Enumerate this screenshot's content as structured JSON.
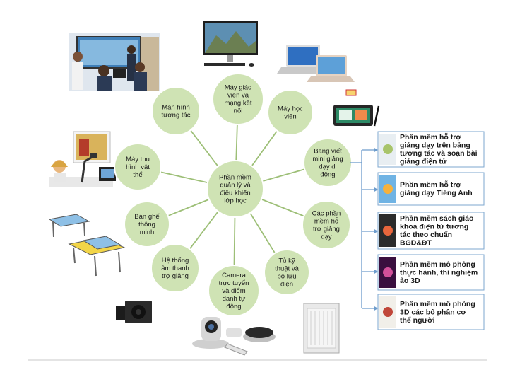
{
  "colors": {
    "node_fill": "#cfe3b4",
    "node_stroke": "#ffffff",
    "spoke": "#9dbf77",
    "box_stroke": "#7ea7cf",
    "bracket": "#6d9ccc"
  },
  "center": {
    "label_lines": [
      "Phần mềm",
      "quản lý và",
      "điều khiển",
      "lớp học"
    ]
  },
  "nodes": [
    {
      "label_lines": [
        "Máy giáo",
        "viên và",
        "mạng kết",
        "nối"
      ]
    },
    {
      "label_lines": [
        "Máy học",
        "viên"
      ]
    },
    {
      "label_lines": [
        "Bảng viết",
        "mini giảng",
        "dạy di",
        "động"
      ]
    },
    {
      "label_lines": [
        "Các phần",
        "mềm hỗ",
        "trợ giảng",
        "dạy"
      ]
    },
    {
      "label_lines": [
        "Tủ kỹ",
        "thuật và",
        "bộ lưu",
        "điện"
      ]
    },
    {
      "label_lines": [
        "Camera",
        "trực tuyến",
        "và điểm",
        "danh tự",
        "động"
      ]
    },
    {
      "label_lines": [
        "Hệ thống",
        "âm thanh",
        "trợ giảng"
      ]
    },
    {
      "label_lines": [
        "Bàn ghế",
        "thông",
        "minh"
      ]
    },
    {
      "label_lines": [
        "Máy thu",
        "hình vật",
        "thể"
      ]
    },
    {
      "label_lines": [
        "Màn hình",
        "tương tác"
      ]
    }
  ],
  "software": [
    {
      "lines": [
        "Phần mềm hỗ trợ",
        "giảng dạy trên bảng",
        "tương tác và soạn bài",
        "giảng điện tử"
      ],
      "icon": "whiteboard-software-thumb"
    },
    {
      "lines": [
        "Phần mềm hỗ trợ",
        "giảng dạy Tiếng Anh"
      ],
      "icon": "english-app-thumb"
    },
    {
      "lines": [
        "Phần mềm sách giáo",
        "khoa điện tử tương",
        "tác theo chuẩn",
        "BGD&ĐT"
      ],
      "icon": "ebook-tablet-thumb"
    },
    {
      "lines": [
        "Phần mềm mô phỏng",
        "thực hành, thí nghiệm",
        "ảo 3D"
      ],
      "icon": "virus-3d-thumb"
    },
    {
      "lines": [
        "Phần mềm mô phỏng",
        "3D các bộ phận cơ",
        "thể người"
      ],
      "icon": "anatomy-3d-thumb"
    }
  ],
  "illustrations": [
    "classroom-photo",
    "desktop-pc",
    "laptops",
    "mini-whiteboard-tablet",
    "document-camera",
    "smart-desks",
    "speakers",
    "ptz-camera-kit",
    "charging-cabinet"
  ]
}
